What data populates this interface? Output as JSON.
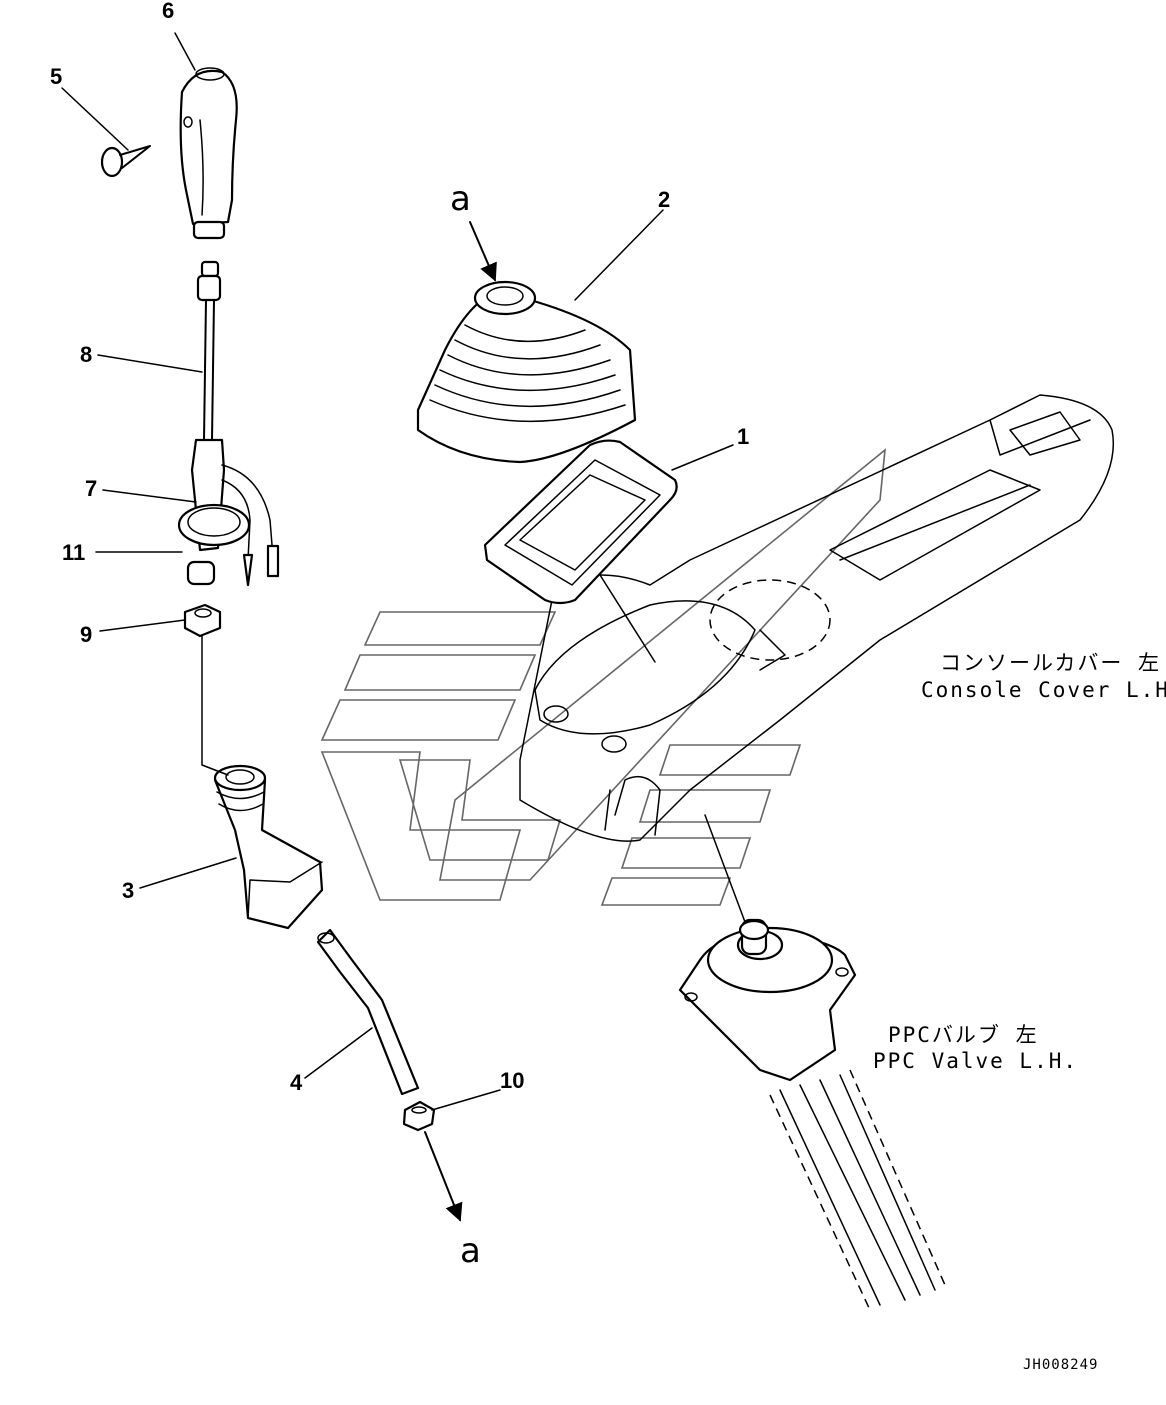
{
  "callouts": [
    "1",
    "2",
    "3",
    "4",
    "5",
    "6",
    "7",
    "8",
    "9",
    "10",
    "11"
  ],
  "ref_top": "a",
  "ref_bottom": "a",
  "console_cover": {
    "jp": "コンソールカバー 左",
    "en": "Console Cover L.H."
  },
  "ppc_valve": {
    "jp": "PPCバルブ 左",
    "en": "PPC Valve L.H."
  },
  "drawing_code": "JH008249"
}
